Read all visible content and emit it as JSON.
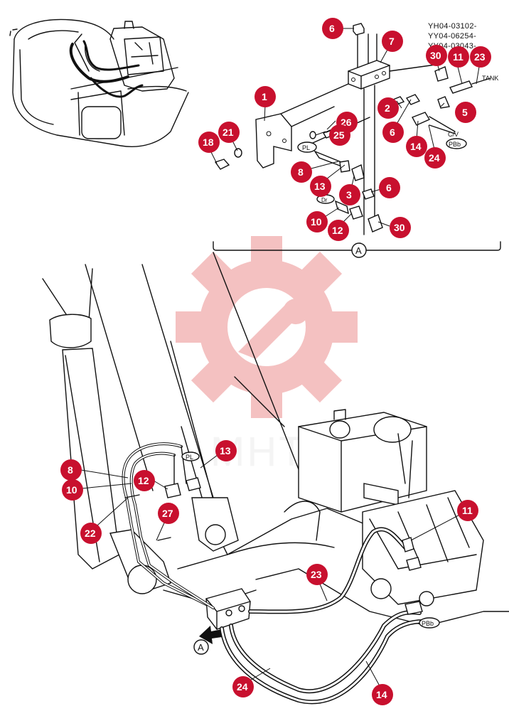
{
  "part_codes": [
    "YH04-03102-",
    "YY04-06254-",
    "YY04-03043-"
  ],
  "detail_label": "A",
  "watermark_text": "MHTEX",
  "port_labels": {
    "tank": "TANK",
    "cv": "C/V",
    "pbb": "PBb",
    "pl": "PL",
    "dr": "Dr"
  },
  "callouts": [
    "1",
    "2",
    "3",
    "5",
    "6",
    "7",
    "8",
    "10",
    "11",
    "12",
    "13",
    "14",
    "18",
    "21",
    "22",
    "23",
    "24",
    "25",
    "26",
    "27",
    "30"
  ],
  "colors": {
    "callout": "#c8102e",
    "watermark": "#e05050",
    "line": "#111111"
  }
}
